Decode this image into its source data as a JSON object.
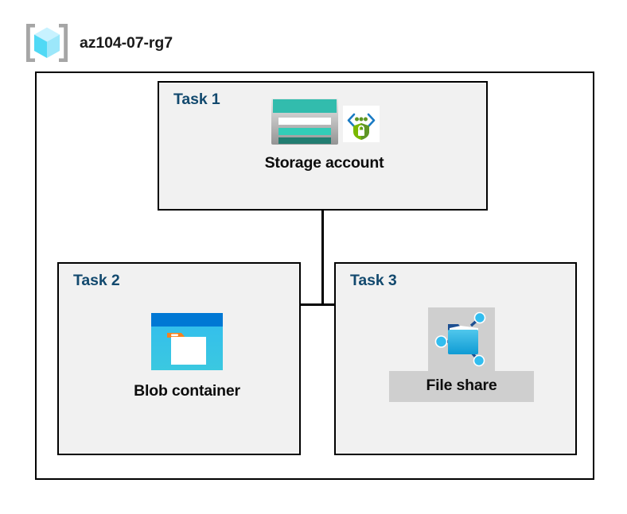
{
  "header": {
    "icon": "resource-group-icon",
    "title": "az104-07-rg7"
  },
  "colors": {
    "task_label": "#12496e",
    "box_border": "#000000",
    "box_fill": "#f1f1f1",
    "container_fill": "#ffffff",
    "highlight_fill": "#cfcfcf",
    "caption": "#0d0d0d",
    "storage_teal": "#32bcad",
    "storage_teal_dark": "#227d71",
    "blob_blue": "#0078d4",
    "blob_cyan": "#32bdef",
    "blob_orange": "#f58220",
    "fileshare_blue": "#32bdef",
    "shield_green": "#5e9624",
    "cube_cyan": "#9cebff"
  },
  "container": {
    "name": "resource-group-container"
  },
  "tasks": [
    {
      "label": "Task 1",
      "node": {
        "caption": "Storage account",
        "icons": [
          "storage-account-icon",
          "secure-endpoint-icon"
        ],
        "highlighted": false
      }
    },
    {
      "label": "Task 2",
      "node": {
        "caption": "Blob container",
        "icons": [
          "blob-container-icon"
        ],
        "highlighted": false
      }
    },
    {
      "label": "Task 3",
      "node": {
        "caption": "File share",
        "icons": [
          "file-share-icon"
        ],
        "highlighted": true
      }
    }
  ],
  "connectors": [
    {
      "name": "storage-to-bus-trunk",
      "from": "Task 1",
      "to": "bus"
    },
    {
      "name": "bus-to-blob-container",
      "from": "bus",
      "to": "Task 2"
    },
    {
      "name": "bus-to-file-share",
      "from": "bus",
      "to": "Task 3"
    }
  ]
}
